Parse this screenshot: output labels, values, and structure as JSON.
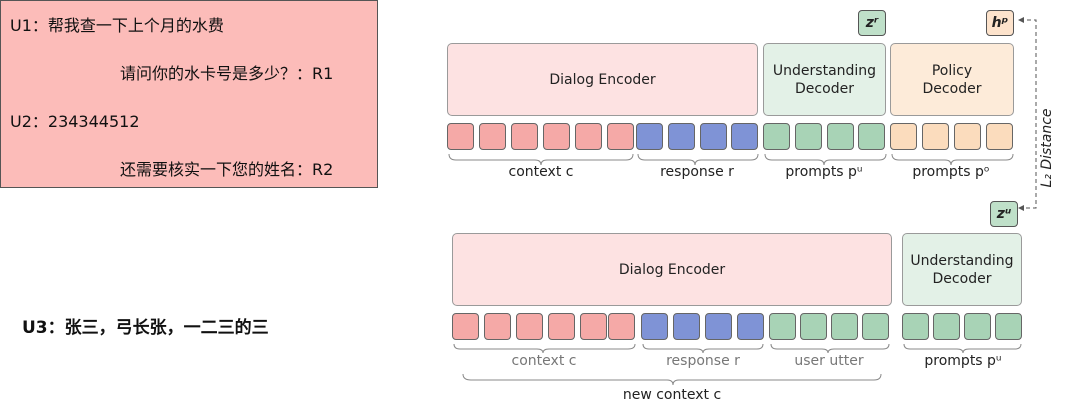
{
  "dialog": {
    "u1": "U1：帮我查一下上个月的水费",
    "r1": "请问你的水卡号是多少？：R1",
    "u2": "U2：234344512",
    "r2": "还需要核实一下您的姓名：R2",
    "u3": "U3：张三，弓长张，一二三的三"
  },
  "top": {
    "dialog_encoder": "Dialog Encoder",
    "understanding_decoder": "Understanding Decoder",
    "policy_decoder": "Policy Decoder",
    "label_context": "context c",
    "label_response": "response r",
    "label_prompts_u": "prompts pᵘ",
    "label_prompts_o": "prompts pᵒ",
    "zr": "zʳ",
    "hp": "hᵖ"
  },
  "side": {
    "l2": "L₂ Distance",
    "zu": "zᵘ"
  },
  "bottom": {
    "dialog_encoder": "Dialog Encoder",
    "understanding_decoder": "Understanding Decoder",
    "label_context": "context c",
    "label_response": "response r",
    "label_user_utter": "user utter",
    "label_prompts_u": "prompts pᵘ",
    "label_new_context": "new context c"
  },
  "colors": {
    "dialog_bg": "#fcbcb9",
    "token_pink": "#f5a9a7",
    "token_blue": "#7f93d6",
    "token_green": "#a8d3b6",
    "token_peach": "#fbdcbd"
  }
}
